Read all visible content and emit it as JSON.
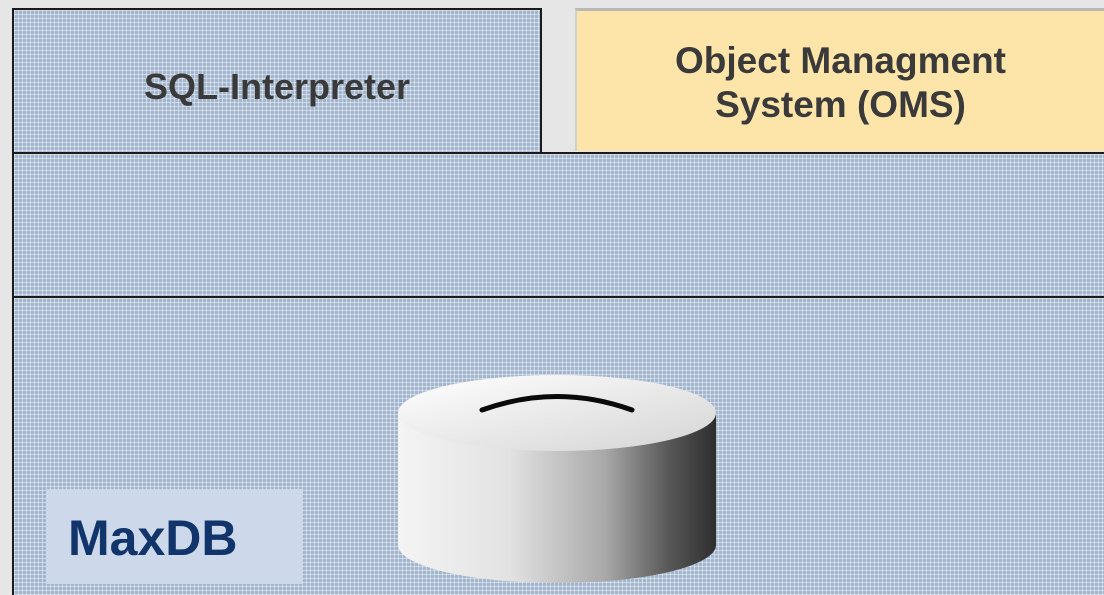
{
  "blocks": {
    "sql_interpreter": {
      "label": "SQL-Interpreter"
    },
    "oms": {
      "label_line1": "Object Managment",
      "label_line2": "System (OMS)"
    },
    "maxdb": {
      "label": "MaxDB"
    }
  },
  "icons": {
    "database": "database-cylinder-icon"
  },
  "colors": {
    "grid_fill": "#a4b6cc",
    "oms_fill": "#fde5aa",
    "maxdb_text": "#11356b",
    "maxdb_badge": "#cdd9ea",
    "label_text": "#3a3a3a"
  }
}
